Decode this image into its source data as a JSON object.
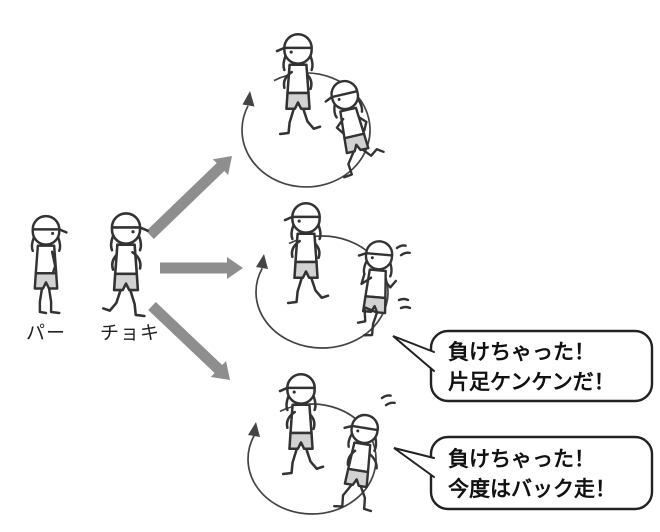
{
  "diagram": {
    "left_group": {
      "labels": [
        {
          "text": "パー"
        },
        {
          "text": "チョキ"
        }
      ]
    },
    "speech_bubbles": [
      {
        "lines": [
          "負けちゃった！",
          "片足ケンケンだ！"
        ]
      },
      {
        "lines": [
          "負けちゃった！",
          "今度はバック走！"
        ]
      }
    ],
    "colors": {
      "ink": "#333333",
      "branch_arrow": "#8e8e8e",
      "track_line": "#444444",
      "shorts_gray": "#d2d2d2",
      "background": "#ffffff"
    }
  }
}
